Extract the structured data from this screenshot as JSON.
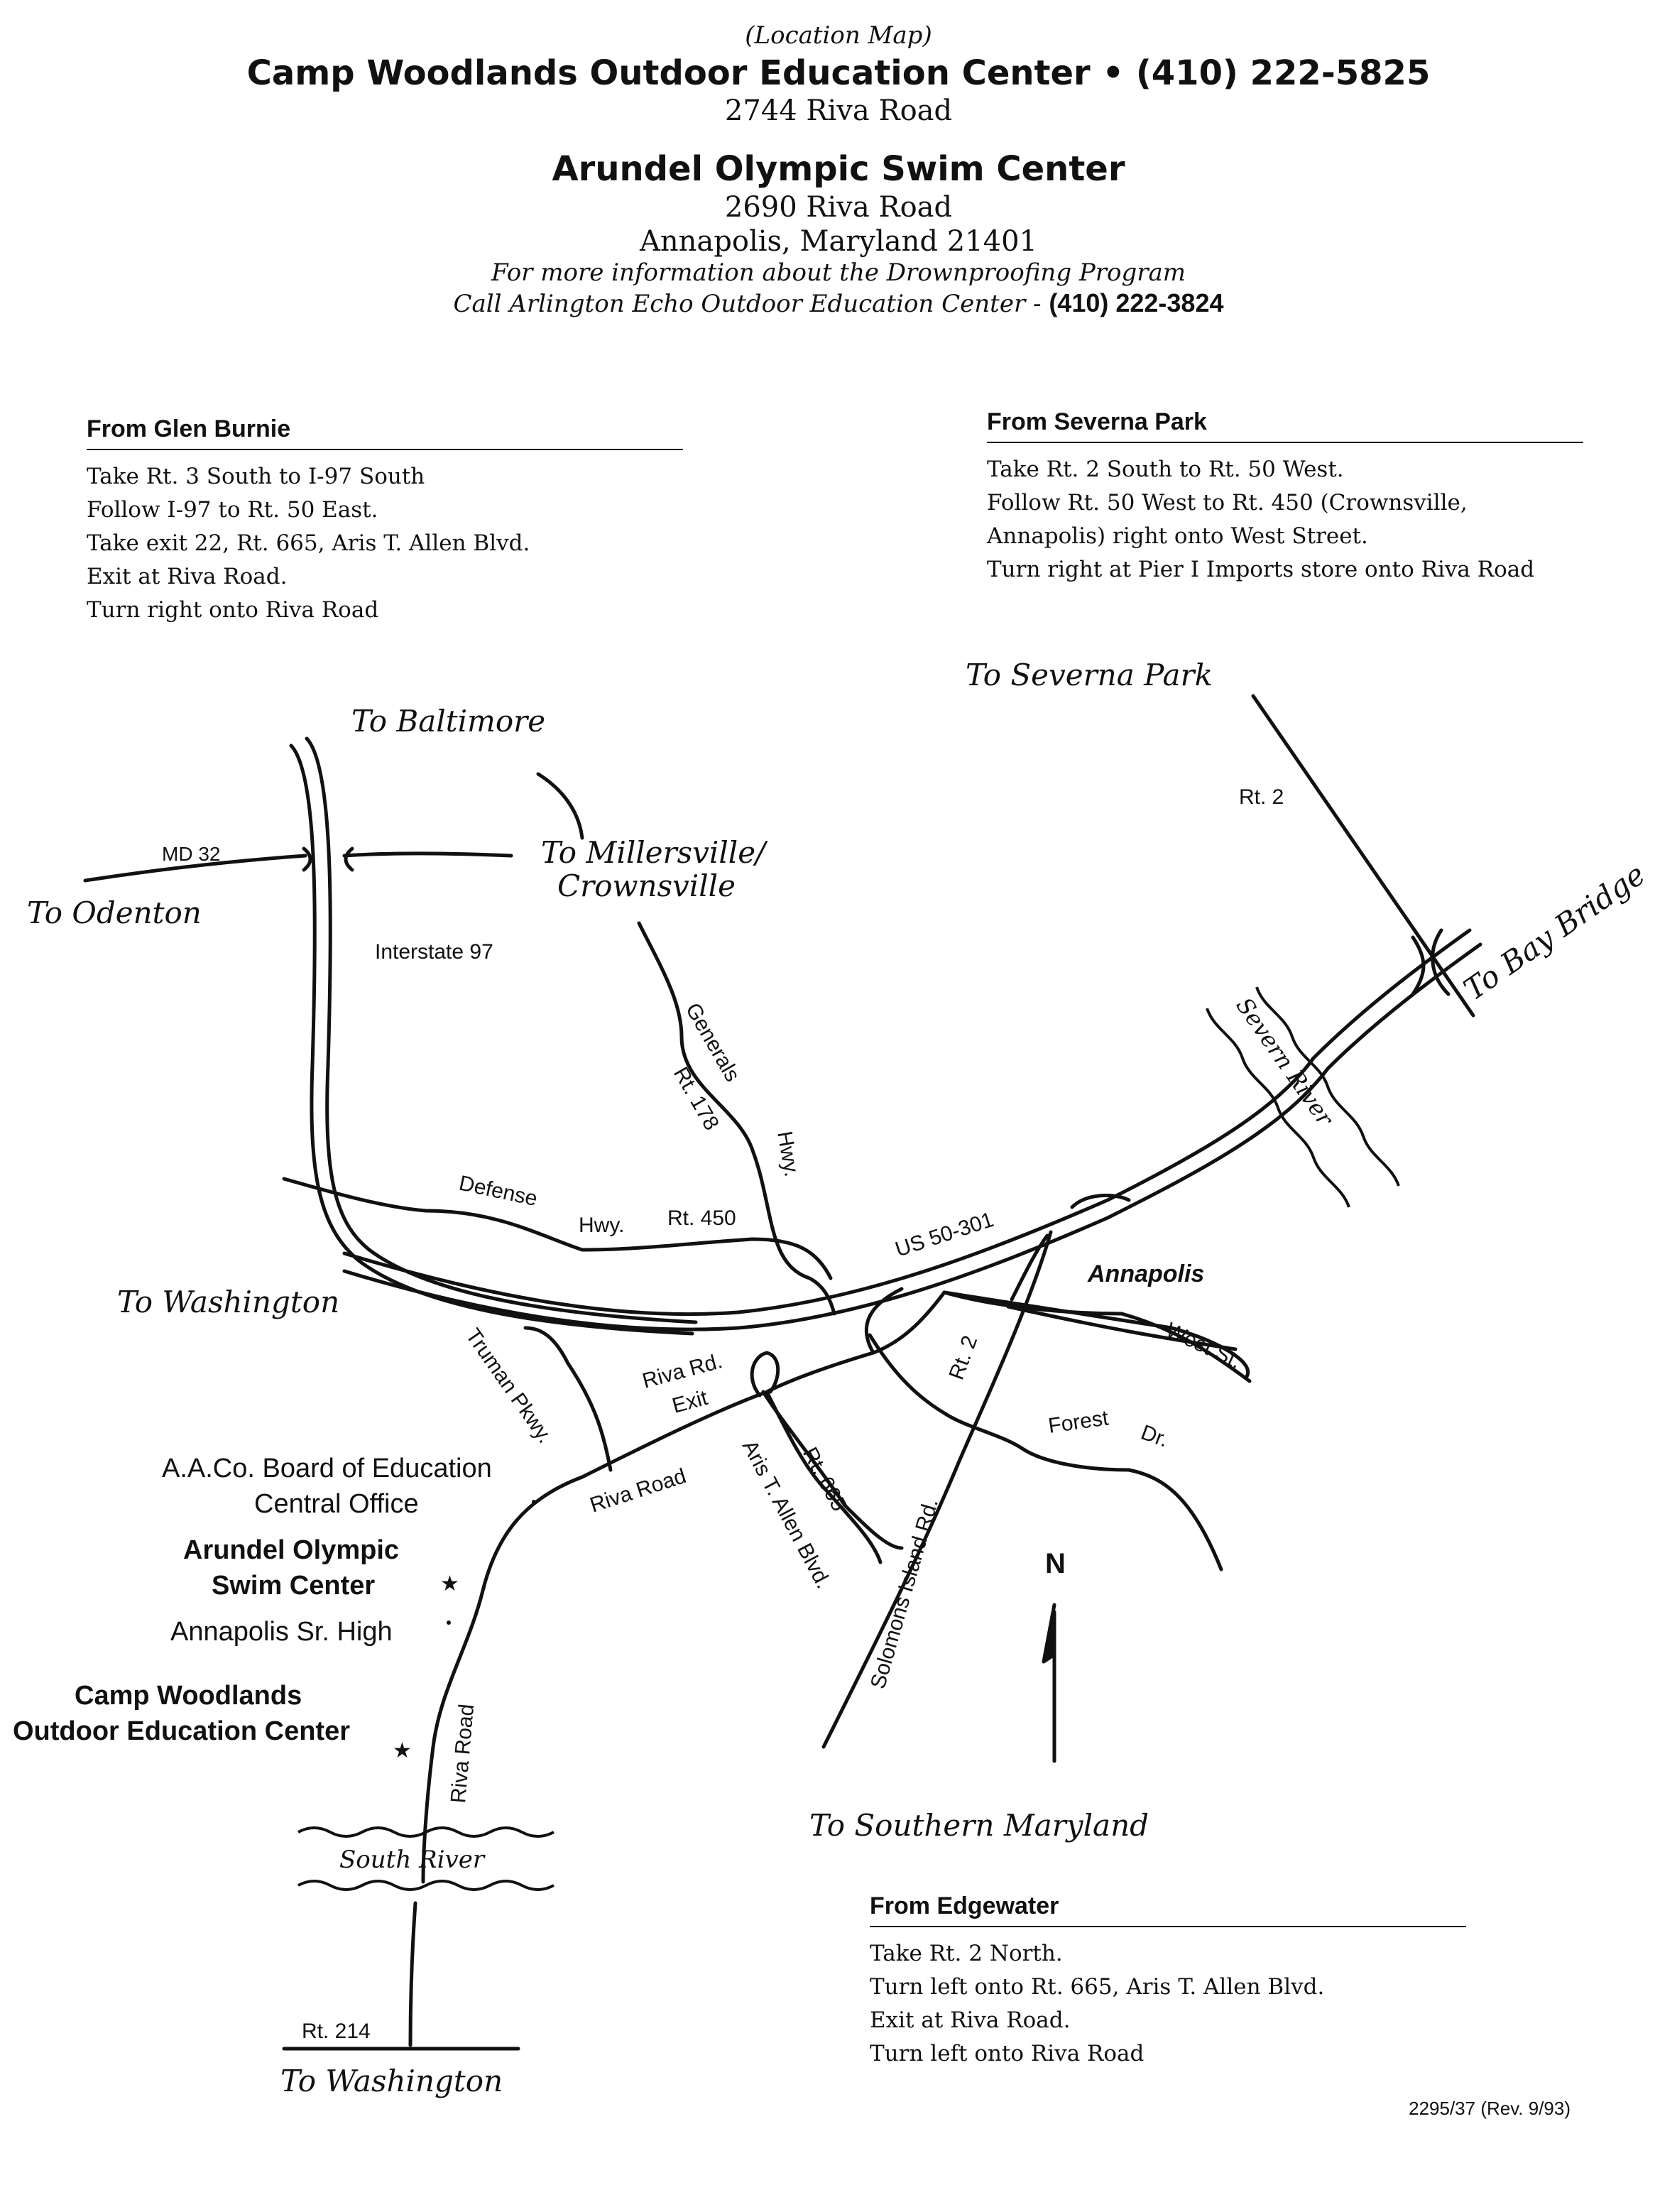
{
  "header": {
    "subtitle": "(Location Map)",
    "camp_name": "Camp Woodlands Outdoor Education Center",
    "bullet": "•",
    "camp_phone": "(410) 222-5825",
    "camp_address": "2744 Riva Road",
    "pool_name": "Arundel Olympic Swim Center",
    "pool_address": "2690 Riva Road",
    "city_state_zip": "Annapolis, Maryland 21401",
    "info_line1": "For more information about the Drownproofing Program",
    "info_line2": "Call Arlington Echo Outdoor Education Center - ",
    "info_phone": "(410) 222-3824"
  },
  "directions": {
    "glen_burnie": {
      "heading": "From Glen Burnie",
      "lines": [
        "Take Rt. 3 South to I-97 South",
        "Follow I-97 to Rt. 50 East.",
        "Take exit 22, Rt. 665, Aris T. Allen Blvd.",
        "Exit at Riva Road.",
        "Turn right onto Riva Road"
      ]
    },
    "severna_park": {
      "heading": "From Severna Park",
      "lines": [
        "Take Rt. 2 South to Rt. 50 West.",
        "Follow Rt. 50 West to Rt. 450 (Crownsville,",
        "Annapolis) right onto West Street.",
        "Turn right at Pier I Imports store onto Riva Road"
      ]
    },
    "edgewater": {
      "heading": "From Edgewater",
      "lines": [
        "Take Rt. 2 North.",
        "Turn left onto Rt. 665, Aris T. Allen Blvd.",
        "Exit at Riva Road.",
        "Turn left onto Riva Road"
      ]
    }
  },
  "map": {
    "to_baltimore": "To Baltimore",
    "to_severna_park": "To Severna Park",
    "to_odenton": "To Odenton",
    "to_millersville": "To Millersville/",
    "crownsville": "Crownsville",
    "to_bay_bridge": "To Bay Bridge",
    "to_washington_north": "To Washington",
    "to_washington_south": "To Washington",
    "to_southern_maryland": "To Southern Maryland",
    "md32": "MD 32",
    "interstate97": "Interstate 97",
    "rt2_north": "Rt. 2",
    "generals": "Generals",
    "rt178": "Rt. 178",
    "hwy": "Hwy.",
    "severn_river": "Severn River",
    "defense": "Defense",
    "def_hwy": "Hwy.",
    "rt450": "Rt. 450",
    "us50": "US 50-301",
    "annapolis": "Annapolis",
    "west_st": "West St.",
    "truman": "Truman Pkwy.",
    "riva_exit1": "Riva Rd.",
    "riva_exit2": "Exit",
    "rt2_mid": "Rt. 2",
    "forest": "Forest",
    "dr": "Dr.",
    "board_ed1": "A.A.Co. Board of Education",
    "board_ed2": "Central Office",
    "riva_road_ne": "Riva Road",
    "aris_allen": "Aris T. Allen Blvd.",
    "rt665": "Rt. 665",
    "solomons": "Solomons Island Rd.",
    "pool1": "Arundel Olympic",
    "pool2": "Swim Center",
    "annapolis_high": "Annapolis Sr. High",
    "camp1": "Camp Woodlands",
    "camp2": "Outdoor Education Center",
    "riva_road_s": "Riva Road",
    "south_river": "South River",
    "rt214": "Rt. 214",
    "north": "N",
    "star": "★"
  },
  "footer": {
    "code": "2295/37 (Rev. 9/93)"
  }
}
